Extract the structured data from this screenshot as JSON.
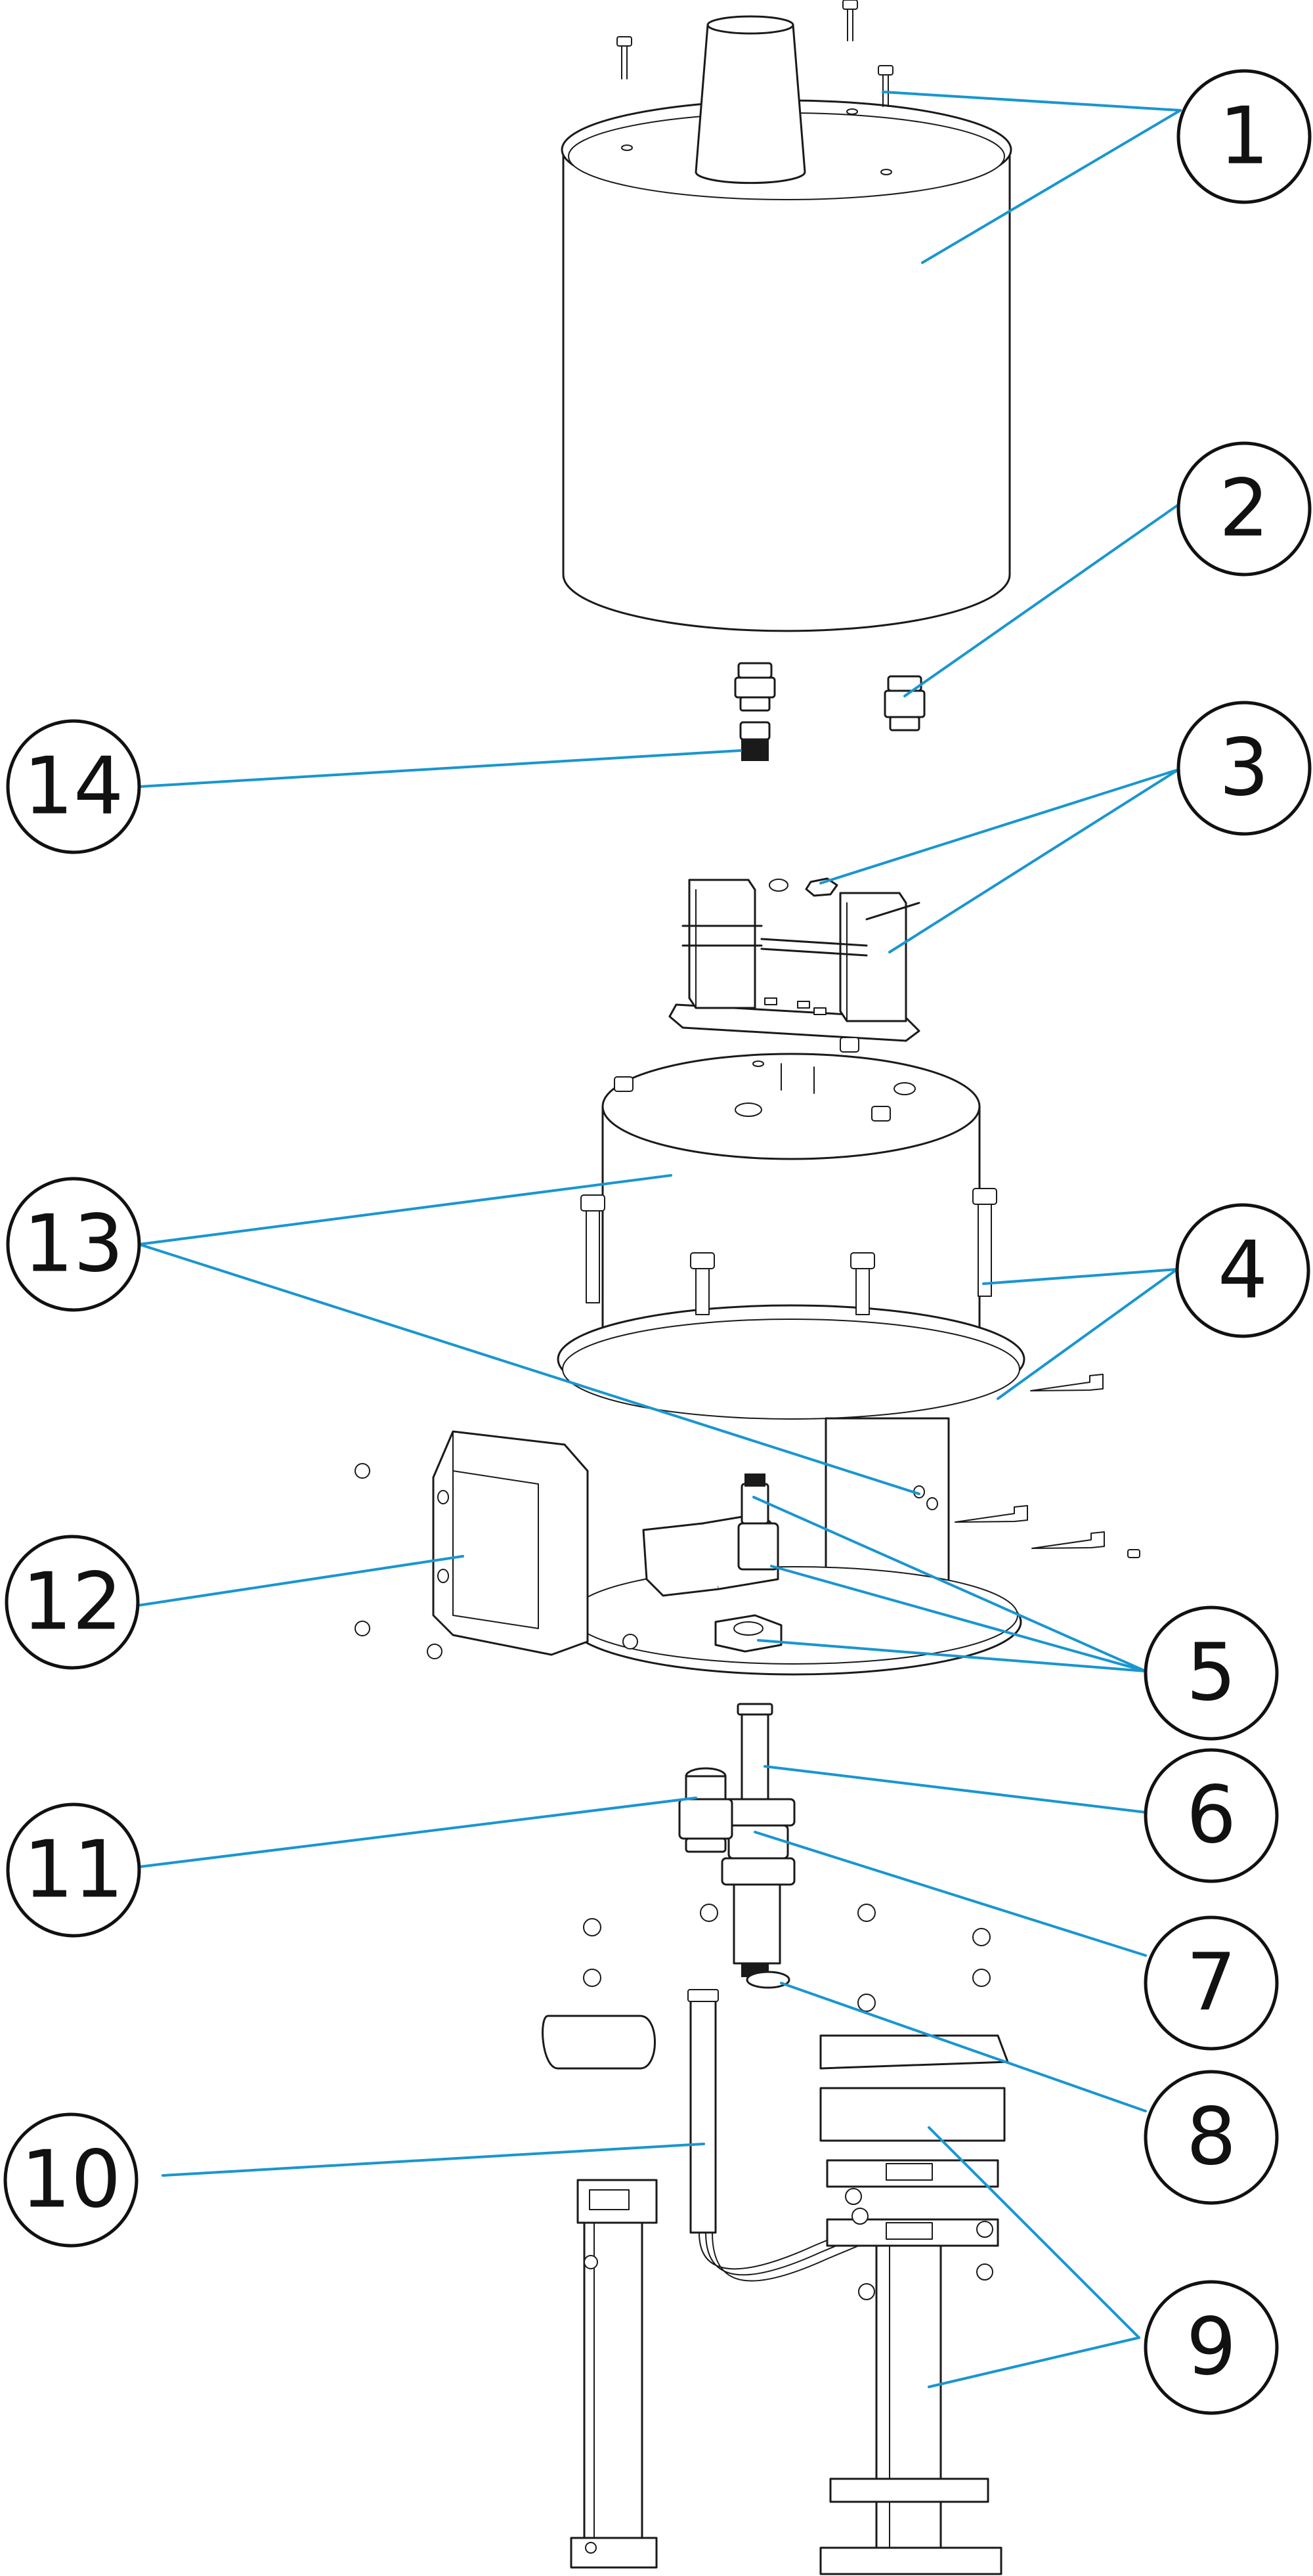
{
  "callouts": [
    {
      "id": "1",
      "label": "1"
    },
    {
      "id": "2",
      "label": "2"
    },
    {
      "id": "3",
      "label": "3"
    },
    {
      "id": "4",
      "label": "4"
    },
    {
      "id": "5",
      "label": "5"
    },
    {
      "id": "6",
      "label": "6"
    },
    {
      "id": "7",
      "label": "7"
    },
    {
      "id": "8",
      "label": "8"
    },
    {
      "id": "9",
      "label": "9"
    },
    {
      "id": "10",
      "label": "10"
    },
    {
      "id": "11",
      "label": "11"
    },
    {
      "id": "12",
      "label": "12"
    },
    {
      "id": "13",
      "label": "13"
    },
    {
      "id": "14",
      "label": "14"
    }
  ],
  "colors": {
    "leader": "#1996d0",
    "outline": "#1a1a1a",
    "background": "#ffffff"
  }
}
